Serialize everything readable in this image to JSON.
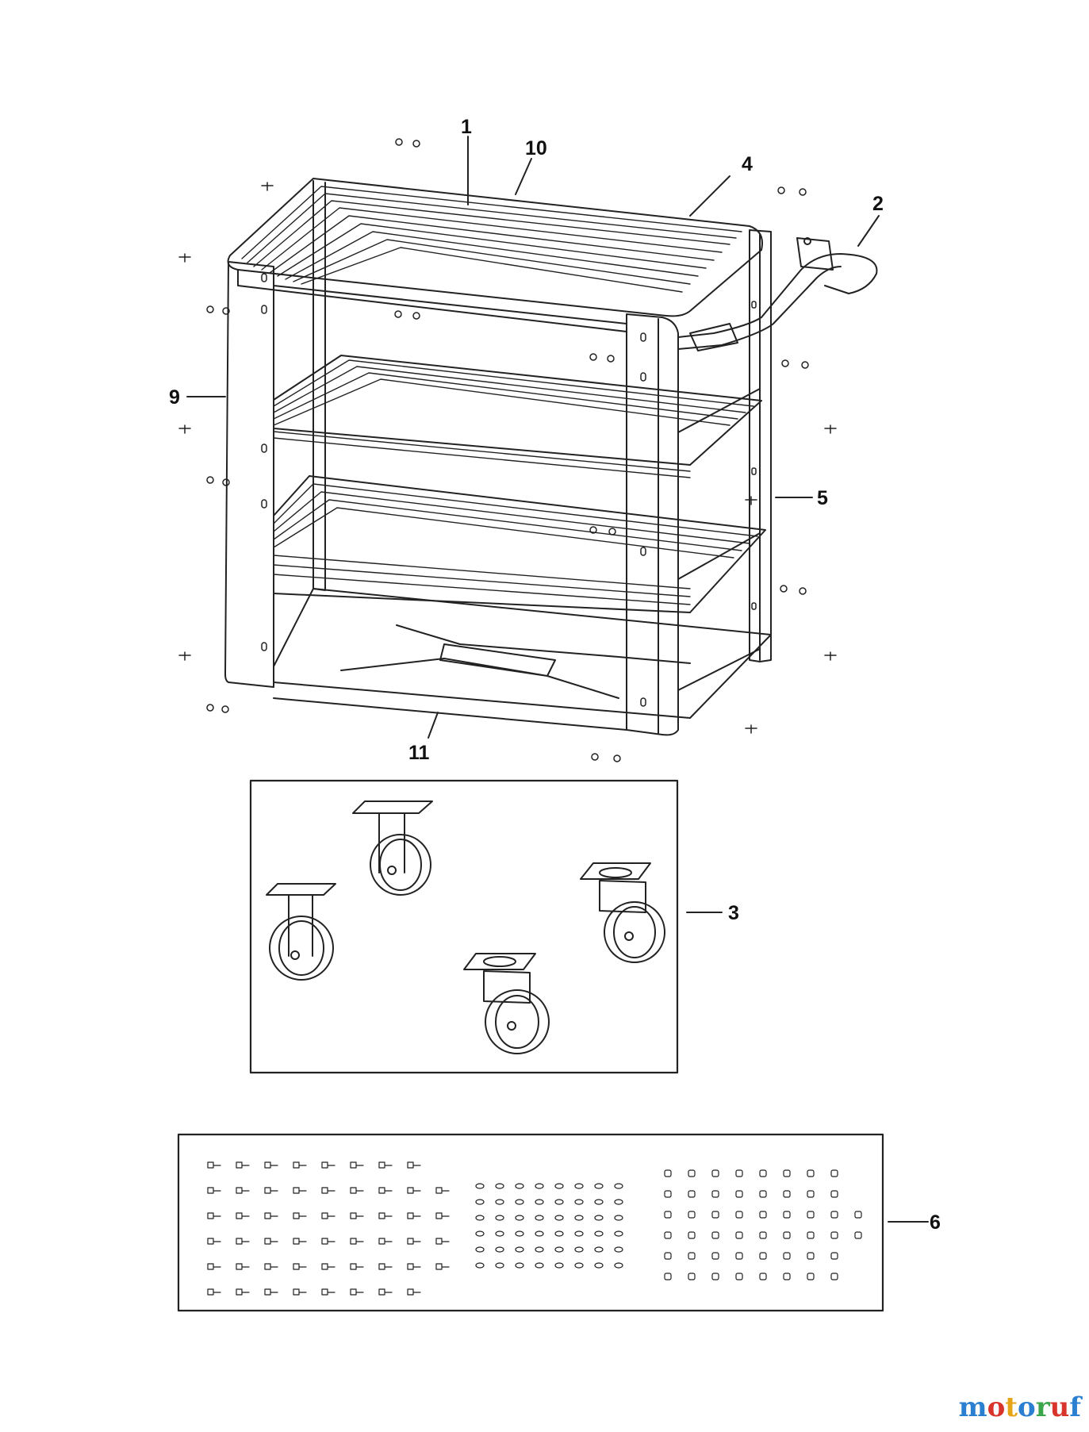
{
  "callouts": {
    "c1": "1",
    "c10": "10",
    "c4": "4",
    "c2": "2",
    "c9": "9",
    "c5": "5",
    "c11": "11",
    "c3": "3",
    "c6": "6"
  },
  "brand": {
    "text": "motoruf"
  },
  "colors": {
    "line": "#222222",
    "background": "#ffffff"
  }
}
